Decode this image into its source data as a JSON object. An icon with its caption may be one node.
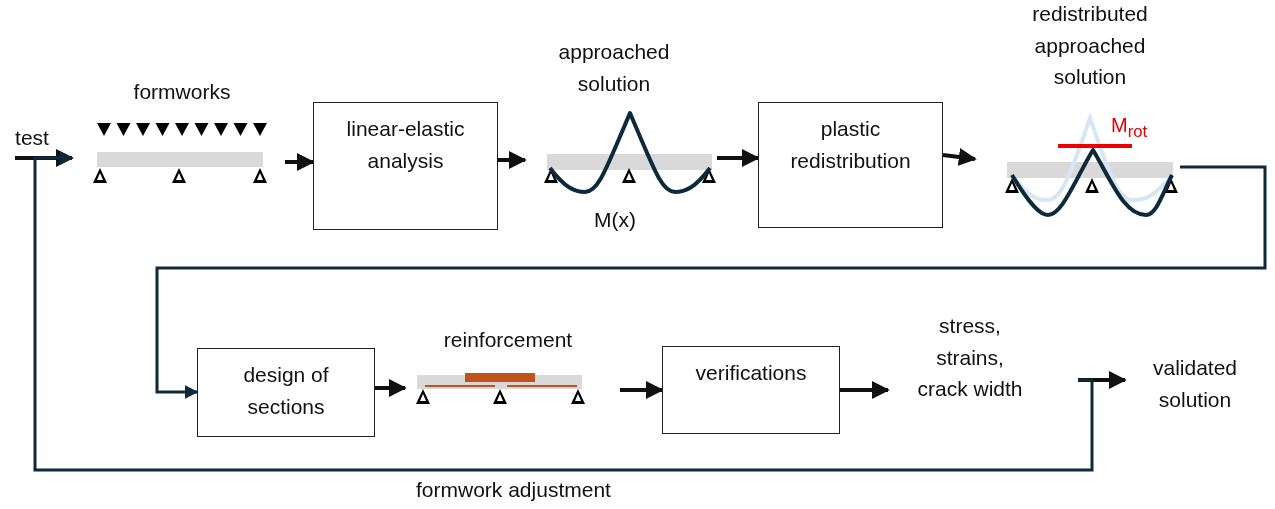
{
  "diagram": {
    "nodes": [
      {
        "text": [
          "test"
        ]
      },
      {
        "text": [
          "formworks"
        ]
      },
      {
        "text": [
          "linear-elastic analysis"
        ]
      },
      {
        "text": [
          "approached solution",
          "M(x)"
        ]
      },
      {
        "text": [
          "plastic redistribution"
        ]
      },
      {
        "text": [
          "redistributed approached solution",
          "M$_{rot}$"
        ]
      },
      {
        "text": [
          "design of sections"
        ]
      },
      {
        "text": [
          "reinforcement"
        ]
      },
      {
        "text": [
          "verifications"
        ]
      },
      {
        "text": [
          "stress, strains, crack width"
        ]
      },
      {
        "text": [
          "validated solution"
        ]
      }
    ],
    "edges": [
      {
        "from": 0,
        "to": 1,
        "arrow": "to"
      },
      {
        "from": 1,
        "to": 2,
        "arrow": "to"
      },
      {
        "from": 2,
        "to": 3,
        "arrow": "to"
      },
      {
        "from": 3,
        "to": 4,
        "arrow": "to"
      },
      {
        "from": 4,
        "to": 5,
        "arrow": "to"
      },
      {
        "from": 5,
        "to": 6,
        "arrow": "to",
        "color": "#0d2a3a"
      },
      {
        "from": 6,
        "to": 7,
        "arrow": "to"
      },
      {
        "from": 7,
        "to": 8,
        "arrow": "to"
      },
      {
        "from": 8,
        "to": 9,
        "arrow": "to"
      },
      {
        "from": 9,
        "to": 10,
        "arrow": "to"
      },
      {
        "from": 9,
        "to": 1,
        "arrow": "to",
        "label": "formwork adjustment",
        "color": "#0d2a3a"
      }
    ]
  }
}
